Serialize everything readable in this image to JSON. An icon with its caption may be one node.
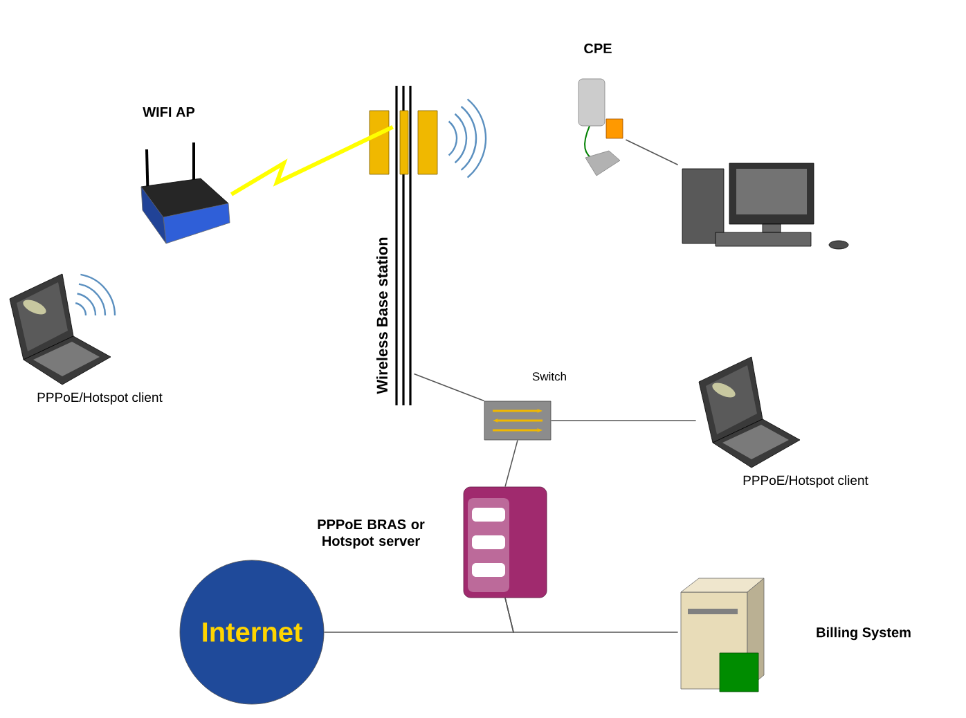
{
  "diagram": {
    "nodes": [
      {
        "text": [
          "PPPoE/Hotspot client"
        ]
      },
      {
        "text": [
          "WIFI AP"
        ]
      },
      {
        "text": [
          "Wireless Base station"
        ]
      },
      {
        "text": [
          "CPE"
        ]
      },
      {
        "text": [],
        "shape": "picture"
      },
      {
        "text": [
          "Switch"
        ]
      },
      {
        "text": [
          "PPPoE/Hotspot client"
        ]
      },
      {
        "text": [
          "PPPoE BRAS or Hotspot server"
        ]
      },
      {
        "text": [
          "Internet"
        ]
      },
      {
        "text": [
          "Billing System"
        ]
      }
    ],
    "edges": [
      {
        "from": 1,
        "to": 2,
        "arrow": "none",
        "style": "thick",
        "color": "#ffff00"
      },
      {
        "from": 3,
        "to": 4,
        "arrow": "none"
      },
      {
        "from": 2,
        "to": 5,
        "arrow": "none"
      },
      {
        "from": 5,
        "to": 6,
        "arrow": "none"
      },
      {
        "from": 5,
        "to": 7,
        "arrow": "none"
      },
      {
        "from": 7,
        "to": 8,
        "arrow": "none"
      },
      {
        "from": 7,
        "to": 9,
        "arrow": "none"
      }
    ]
  }
}
